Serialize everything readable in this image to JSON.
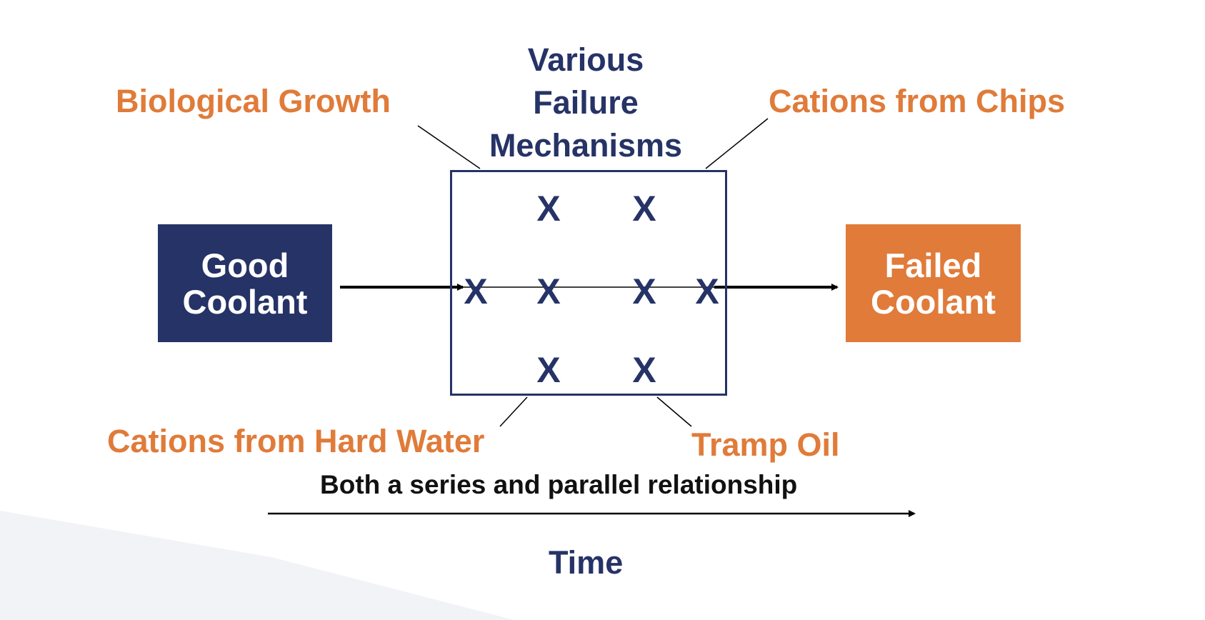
{
  "diagram": {
    "title_lines": [
      "Various",
      "Failure",
      "Mechanisms"
    ],
    "inputs": {
      "good": [
        "Good",
        "Coolant"
      ],
      "failed": [
        "Failed",
        "Coolant"
      ]
    },
    "mechanisms": {
      "biological": "Biological Growth",
      "chips": "Cations from Chips",
      "hard_water": "Cations from Hard Water",
      "tramp_oil": "Tramp Oil"
    },
    "mark_symbol": "X",
    "relationship": "Both a series and parallel relationship",
    "time_label": "Time"
  },
  "colors": {
    "navy": "#263366",
    "orange": "#e07b39",
    "background_accent": "#f2f3f7"
  }
}
